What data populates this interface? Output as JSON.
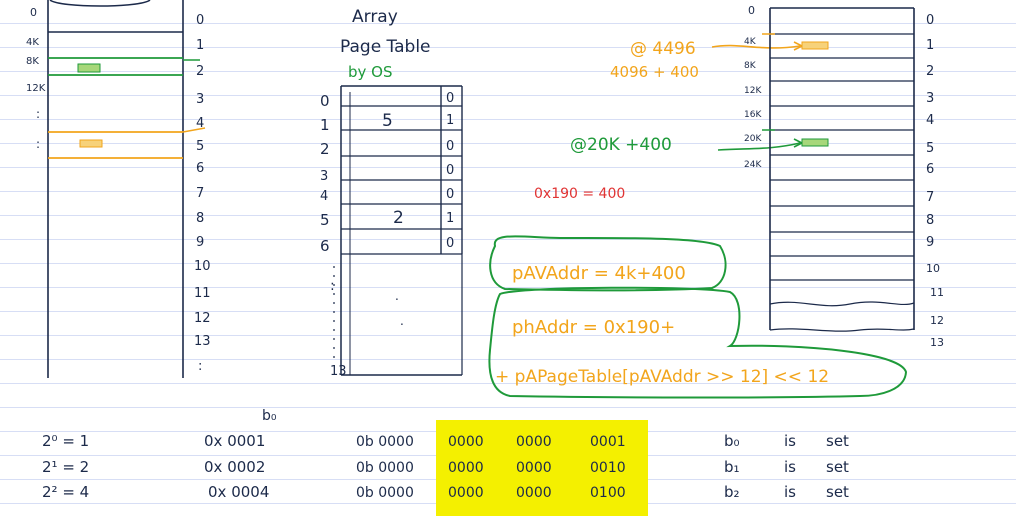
{
  "left_memory": {
    "addr_labels": [
      "0",
      "4K",
      "8K",
      "12K",
      ":",
      ":"
    ],
    "page_numbers": [
      "0",
      "1",
      "2",
      "3",
      "4",
      "5",
      "6",
      "7",
      "8",
      "9",
      "10",
      "11",
      "12",
      "13",
      ":"
    ]
  },
  "page_table": {
    "title_line1": "Array",
    "title_line2": "Page Table",
    "title_line3": "by OS",
    "index_labels": [
      "0",
      "1",
      "2",
      "3",
      "4",
      "5",
      "6",
      ":",
      "13"
    ],
    "entries": [
      {
        "frame": "",
        "valid": "0"
      },
      {
        "frame": "5",
        "valid": "1"
      },
      {
        "frame": "",
        "valid": "0"
      },
      {
        "frame": "",
        "valid": "0"
      },
      {
        "frame": "",
        "valid": "0"
      },
      {
        "frame": "2",
        "valid": "1"
      },
      {
        "frame": "",
        "valid": "0"
      }
    ]
  },
  "right_memory": {
    "addr_labels": [
      "0",
      "4K",
      "8K",
      "12K",
      "16K",
      "20K",
      "24K"
    ],
    "page_numbers": [
      "0",
      "1",
      "2",
      "3",
      "4",
      "5",
      "6",
      "7",
      "8",
      "9",
      "10",
      "11",
      "12",
      "13"
    ]
  },
  "annotations": {
    "at_4496": "@ 4496",
    "sum_4096": "4096 + 400",
    "at_20k": "@20K +400",
    "hex_190": "0x190 = 400",
    "pva_formula": "pAVAddr = 4k+400",
    "ph_addr_line1": "phAddr = 0x190+",
    "ph_addr_line2": "+ pAPageTable[pAVAddr >> 12] << 12"
  },
  "bit_table": {
    "b0_header": "b₀",
    "rows": [
      {
        "power": "2⁰ = 1",
        "hex": "0x 0001",
        "bin_prefix": "0b 0000",
        "g1": "0000",
        "g2": "0000",
        "g3": "0001",
        "bit": "b₀",
        "is": "is",
        "state": "set"
      },
      {
        "power": "2¹ = 2",
        "hex": "0x 0002",
        "bin_prefix": "0b 0000",
        "g1": "0000",
        "g2": "0000",
        "g3": "0010",
        "bit": "b₁",
        "is": "is",
        "state": "set"
      },
      {
        "power": "2² = 4",
        "hex": "0x 0004",
        "bin_prefix": "0b 0000",
        "g1": "0000",
        "g2": "0000",
        "g3": "0100",
        "bit": "b₂",
        "is": "is",
        "state": "set"
      }
    ]
  },
  "colors": {
    "ink": "#1c2a4a",
    "orange": "#f2a51c",
    "green": "#1f9a3a",
    "red": "#e03434",
    "highlight": "#f4f000"
  }
}
